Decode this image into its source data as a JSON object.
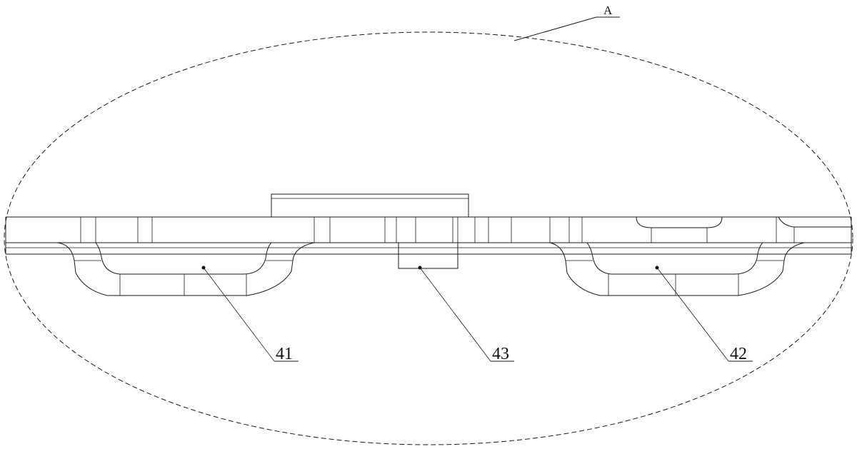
{
  "labels": {
    "detail": "A",
    "part_41": "41",
    "part_42": "42",
    "part_43": "43"
  },
  "colors": {
    "line": "#1a1a1a",
    "background": "#ffffff"
  }
}
